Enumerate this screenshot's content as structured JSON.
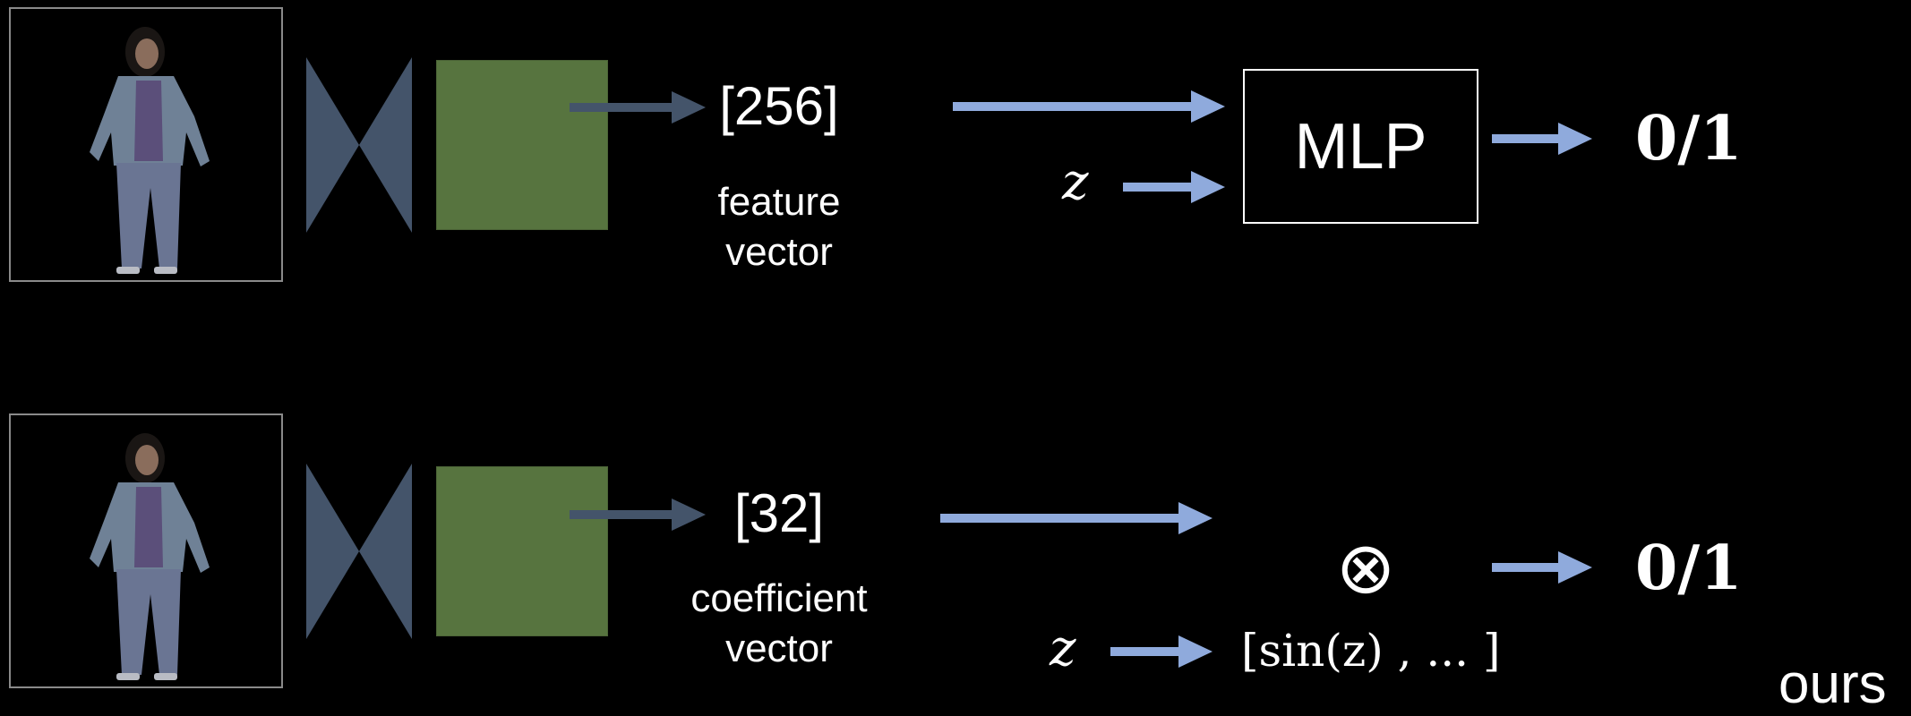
{
  "top_row": {
    "vector_size": "[256]",
    "vector_caption_line1": "feature",
    "vector_caption_line2": "vector",
    "z_symbol": "z",
    "mlp_label": "MLP",
    "output": "0/1"
  },
  "bottom_row": {
    "vector_size": "[32]",
    "vector_caption_line1": "coefficient",
    "vector_caption_line2": "vector",
    "z_symbol": "z",
    "operator_symbol": "⊗",
    "basis_expression": "[sin(z) , ... ]",
    "output": "0/1"
  },
  "corner_label": "ours",
  "colors": {
    "background": "#000000",
    "arrow_light": "#8faadc",
    "arrow_dark": "#44546a",
    "encoder": "#44546a",
    "green_block": "#57743f",
    "text": "#ffffff"
  }
}
